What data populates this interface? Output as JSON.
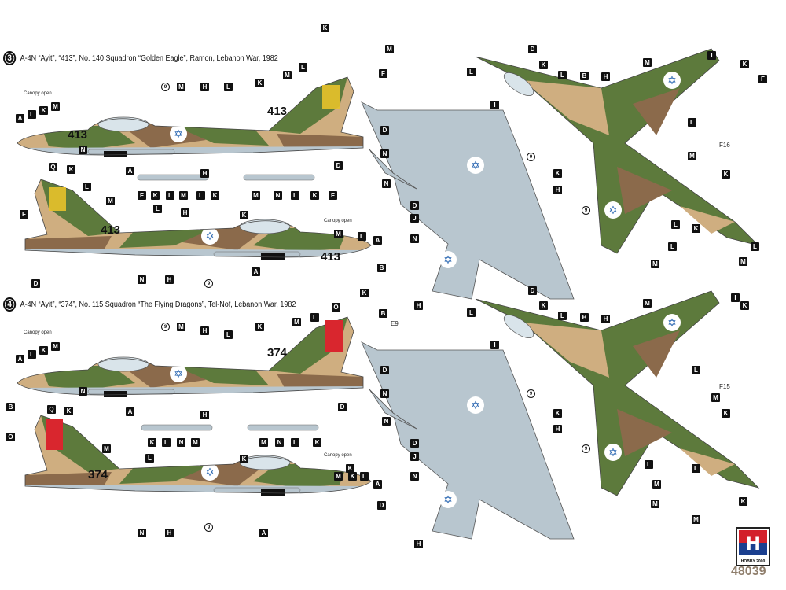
{
  "schemes": [
    {
      "number": "3",
      "title": "A-4N “Ayit”, “413”, No. 140 Squadron “Golden Eagle”, Ramon, Lebanon War, 1982",
      "fuselage_code": "413",
      "rudder_color": "#e8c22a"
    },
    {
      "number": "4",
      "title": "A-4N “Ayit”, “374”, No. 115 Squadron “The Flying Dragons”, Tel-Nof, Lebanon War, 1982",
      "fuselage_code": "374",
      "rudder_color": "#d9262e"
    }
  ],
  "labels": {
    "canopy_open": "Canopy open",
    "f16": "F16",
    "f15": "F15",
    "e9": "E9"
  },
  "colors": {
    "tan": "#cfae80",
    "green": "#5d7a3c",
    "brown": "#8b6a4b",
    "underside": "#b8c6cf",
    "roundel_blue": "#1f5fae"
  },
  "callouts": {
    "profile_3_left": [
      "A",
      "L",
      "K",
      "M",
      "N",
      "9",
      "M",
      "H",
      "L",
      "K",
      "L",
      "M",
      "K",
      "F",
      "M",
      "D",
      "A",
      "H"
    ],
    "profile_3_right": [
      "F",
      "Q",
      "K",
      "L",
      "M",
      "H",
      "L",
      "K",
      "M",
      "L",
      "A",
      "D",
      "N",
      "H",
      "A",
      "B",
      "9"
    ],
    "profile_4_left": [
      "A",
      "L",
      "K",
      "M",
      "N",
      "9",
      "M",
      "H",
      "L",
      "K",
      "L",
      "M",
      "K",
      "B",
      "O",
      "D",
      "A",
      "H"
    ],
    "profile_4_right": [
      "B",
      "Q",
      "K",
      "O",
      "M",
      "L",
      "K",
      "M",
      "K",
      "L",
      "A",
      "D",
      "N",
      "H",
      "A",
      "9",
      "K"
    ],
    "wing_strip_3": [
      "F",
      "K",
      "L",
      "M",
      "L",
      "K",
      "M",
      "N",
      "L",
      "K",
      "F"
    ],
    "wing_strip_4": [
      "K",
      "L",
      "N",
      "M",
      "M",
      "N",
      "L",
      "K"
    ],
    "top_3": [
      "D",
      "L",
      "K",
      "L",
      "B",
      "H",
      "M",
      "I",
      "K",
      "L",
      "M",
      "K",
      "F",
      "L",
      "M",
      "K"
    ],
    "bottom_3": [
      "I",
      "D",
      "N",
      "D",
      "J",
      "N",
      "N",
      "H",
      "9",
      "H",
      "K",
      "9",
      "L",
      "L",
      "M"
    ],
    "top_4": [
      "D",
      "L",
      "K",
      "L",
      "B",
      "H",
      "M",
      "I",
      "K",
      "L",
      "M",
      "K",
      "L",
      "M",
      "K"
    ],
    "bottom_4": [
      "I",
      "D",
      "N",
      "D",
      "J",
      "N",
      "N",
      "H",
      "9",
      "H",
      "K",
      "9",
      "L",
      "M",
      "M"
    ]
  },
  "logo": {
    "brand": "HOBBY 2000",
    "letter": "H"
  },
  "product_code": "48039"
}
